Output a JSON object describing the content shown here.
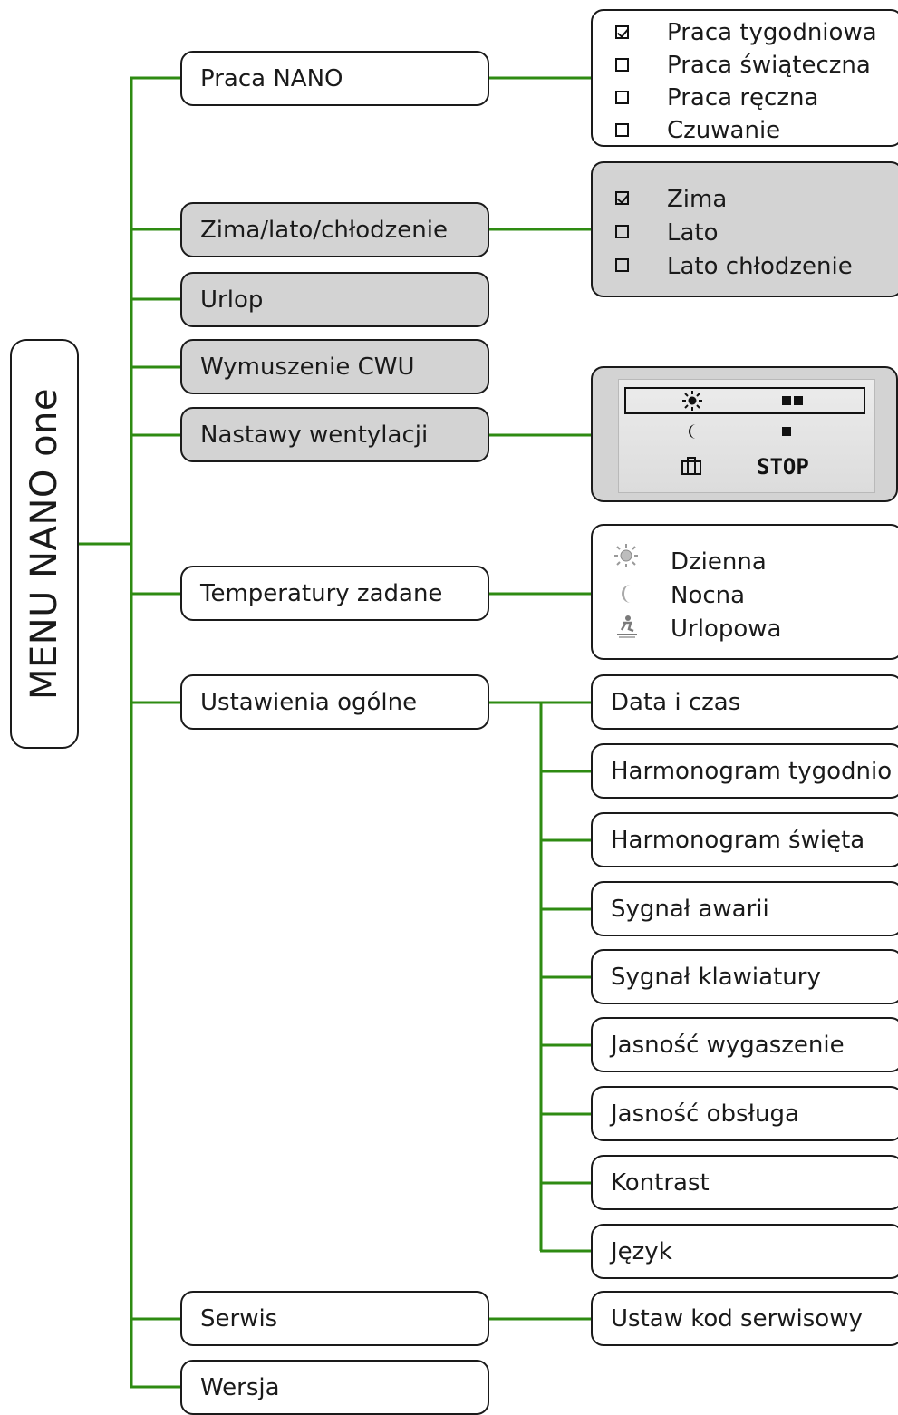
{
  "root": {
    "title": "MENU NANO one"
  },
  "menu_items": [
    {
      "label": "Praca NANO",
      "highlighted": false
    },
    {
      "label": "Zima/lato/chłodzenie",
      "highlighted": true
    },
    {
      "label": "Urlop",
      "highlighted": true
    },
    {
      "label": "Wymuszenie CWU",
      "highlighted": true
    },
    {
      "label": "Nastawy wentylacji",
      "highlighted": true
    },
    {
      "label": "Temperatury zadane",
      "highlighted": false
    },
    {
      "label": "Ustawienia ogólne",
      "highlighted": false
    },
    {
      "label": "Serwis",
      "highlighted": false
    },
    {
      "label": "Wersja",
      "highlighted": false
    }
  ],
  "praca_nano_options": [
    {
      "label": "Praca tygodniowa",
      "checked": true
    },
    {
      "label": "Praca świąteczna",
      "checked": false
    },
    {
      "label": "Praca ręczna",
      "checked": false
    },
    {
      "label": "Czuwanie",
      "checked": false
    }
  ],
  "season_options": [
    {
      "label": "Zima",
      "checked": true
    },
    {
      "label": "Lato",
      "checked": false
    },
    {
      "label": "Lato chłodzenie",
      "checked": false
    }
  ],
  "ventilation_display": {
    "stop_label": "STOP",
    "rows": [
      {
        "icon": "sun-icon",
        "level_blocks": 2,
        "selected": true
      },
      {
        "icon": "moon-icon",
        "level_blocks": 1,
        "selected": false
      },
      {
        "icon": "suitcase-icon",
        "level_blocks": 0,
        "selected": false
      }
    ]
  },
  "temperature_options": [
    {
      "icon": "sun-icon",
      "label": "Dzienna"
    },
    {
      "icon": "moon-icon",
      "label": "Nocna"
    },
    {
      "icon": "vacation-icon",
      "label": "Urlopowa"
    }
  ],
  "general_settings": [
    "Data i czas",
    "Harmonogram tygodnio",
    "Harmonogram święta",
    "Sygnał awarii",
    "Sygnał klawiatury",
    "Jasność wygaszenie",
    "Jasność obsługa",
    "Kontrast",
    "Język"
  ],
  "service_settings": [
    "Ustaw kod serwisowy"
  ],
  "colors": {
    "connector": "#2e8b12",
    "highlight_fill": "#d3d3d3",
    "border": "#1a1a1a"
  }
}
